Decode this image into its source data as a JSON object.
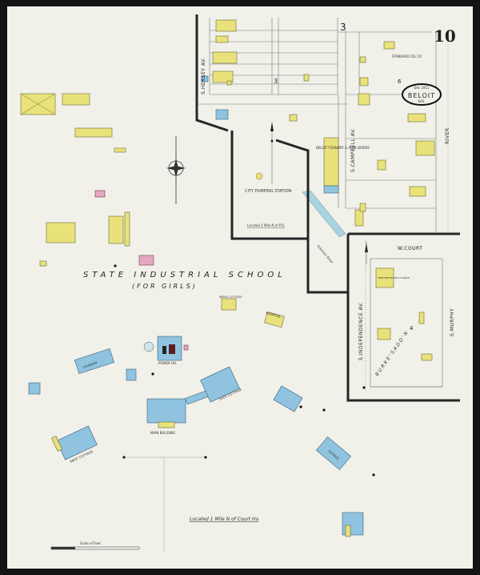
{
  "sheet": {
    "number": "10",
    "date": "Dec 1911",
    "city": "BELOIT",
    "state": "KAS."
  },
  "streets": {
    "hersey": "S.HERSEY AV.",
    "campbell": "S.CAMPBELL AV.",
    "river": "RIVER",
    "court": "W.COURT",
    "independence": "S.INDEPENDENCE AV.",
    "murphy": "S.MURPHY"
  },
  "blocks": {
    "b3": "3",
    "b4": "4",
    "b6": "6",
    "b3top": "3"
  },
  "places": {
    "standard_oil": "STANDARD OIL CO",
    "foundry": "BELOIT FOUNDRY & IRON WORKS",
    "pumping": "CITY PUMPING STATION",
    "pumping_loc": "Located 1 Mile N of P.O.",
    "solomon": "Solomon River",
    "church": "FREE METHODIST CHURCH",
    "burkes": "B U R K E ' S   A D D ' N",
    "school_title": "STATE INDUSTRIAL SCHOOL",
    "school_sub": "(FOR GIRLS)",
    "mens": "MEN'S COTTAGE",
    "hospital": "HOSPITAL",
    "power": "POWER HO.",
    "laundry": "LAUNDRY",
    "east": "EAST COTTAGE",
    "main": "MAIN BUILDING",
    "west": "WEST COTTAGE",
    "school": "SCHOOL",
    "court_loc": "Located 1 Mile N of Court Ho",
    "scale": "Scale of Feet"
  }
}
